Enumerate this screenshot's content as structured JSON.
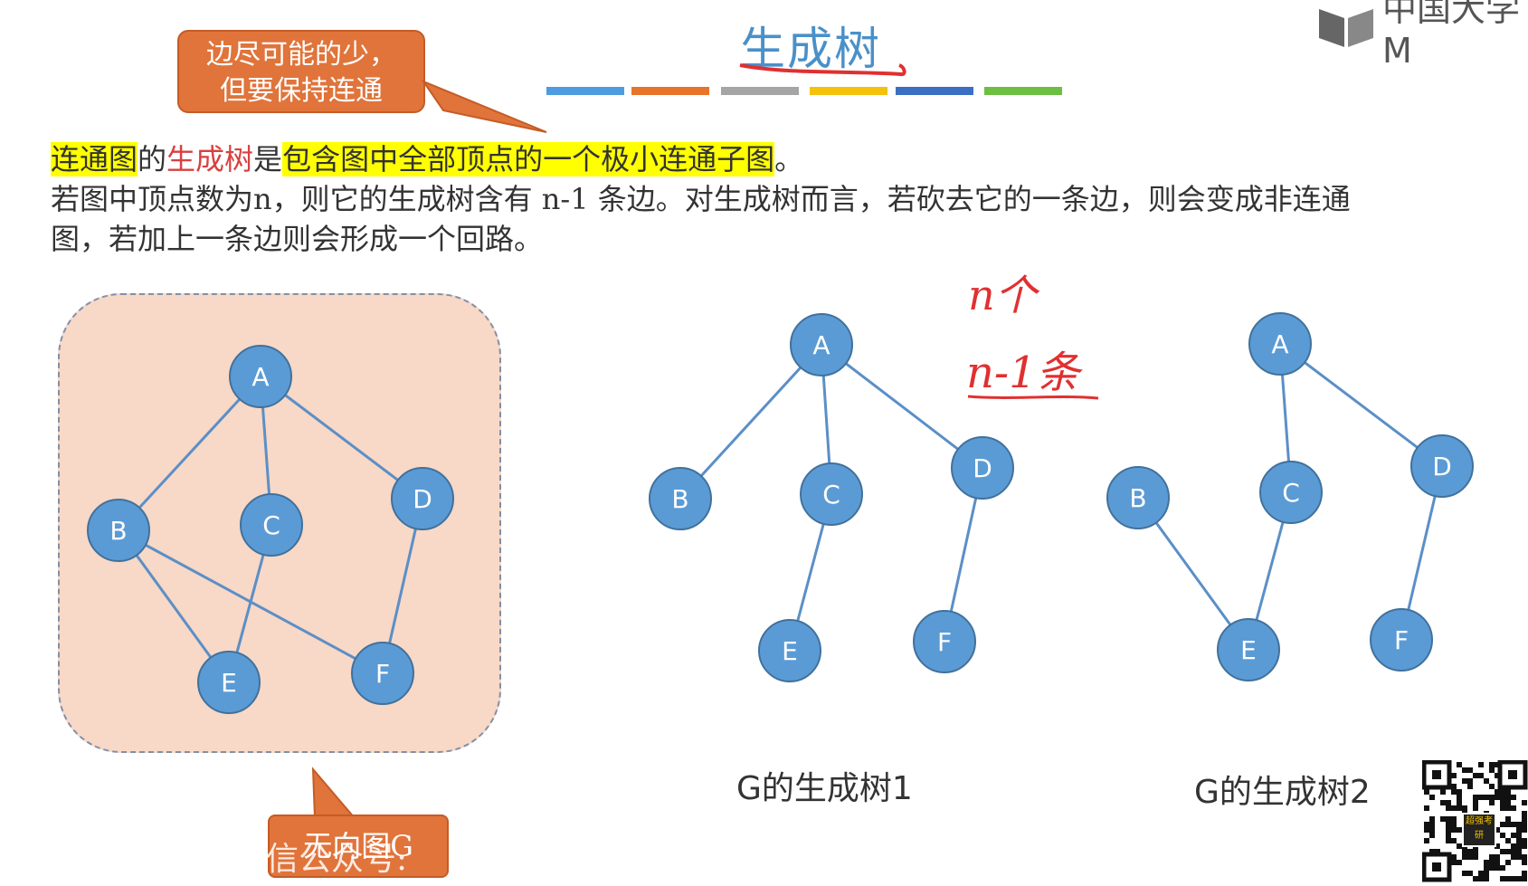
{
  "slide": {
    "title": "生成树",
    "logo_text": "中国大学M",
    "callout_top": [
      "边尽可能的少，",
      "但要保持连通"
    ],
    "para1": {
      "term_connected_graph": "连通图",
      "de1": "的",
      "term_spanning_tree": "生成树",
      "shi": "是",
      "definition": "包含图中全部顶点的一个极小连通子图",
      "end": "。"
    },
    "para2_line1": "若图中顶点数为n，则它的生成树含有 n-1 条边。对生成树而言，若砍去它的一条边，则会变成非连通",
    "para2_line2": "图，若加上一条边则会形成一个回路。",
    "callout_bottom": "无向图G",
    "watermark": "信公众号:",
    "handwritten_top": "n个",
    "handwritten_bottom": "n-1条",
    "caption_tree1": "G的生成树1",
    "caption_tree2": "G的生成树2",
    "qr_badge": "超强考研"
  },
  "colors": {
    "title": "#4a90c8",
    "node_fill": "#5b9bd5",
    "node_stroke": "#41719c",
    "edge": "#5b8fc7",
    "callout": "#e0743a",
    "graph_bg": "#f8d8c6",
    "highlight": "#ffff00",
    "handwriting": "#e03030",
    "title_bars": [
      "#4f9be0",
      "#e8732a",
      "#a5a5a5",
      "#f4c20d",
      "#3a6fc4",
      "#6cbf43"
    ]
  },
  "graphs": [
    {
      "id": "G",
      "nodes": [
        "A",
        "B",
        "C",
        "D",
        "E",
        "F"
      ],
      "edges": [
        [
          "A",
          "B"
        ],
        [
          "A",
          "C"
        ],
        [
          "A",
          "D"
        ],
        [
          "B",
          "E"
        ],
        [
          "B",
          "F"
        ],
        [
          "C",
          "E"
        ],
        [
          "D",
          "F"
        ]
      ]
    },
    {
      "id": "tree1",
      "nodes": [
        "A",
        "B",
        "C",
        "D",
        "E",
        "F"
      ],
      "edges": [
        [
          "A",
          "B"
        ],
        [
          "A",
          "C"
        ],
        [
          "A",
          "D"
        ],
        [
          "C",
          "E"
        ],
        [
          "D",
          "F"
        ]
      ]
    },
    {
      "id": "tree2",
      "nodes": [
        "A",
        "B",
        "C",
        "D",
        "E",
        "F"
      ],
      "edges": [
        [
          "A",
          "C"
        ],
        [
          "A",
          "D"
        ],
        [
          "B",
          "E"
        ],
        [
          "C",
          "E"
        ],
        [
          "D",
          "F"
        ]
      ]
    }
  ]
}
